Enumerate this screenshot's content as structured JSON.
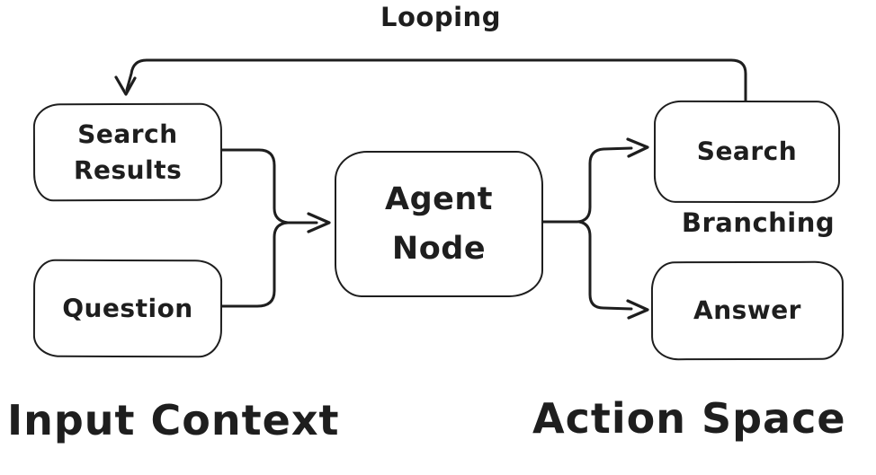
{
  "diagram": {
    "colors": {
      "ink": "#1e1e1e",
      "background": "#ffffff"
    },
    "nodes": {
      "search_results": {
        "line1": "Search",
        "line2": "Results"
      },
      "question": {
        "label": "Question"
      },
      "agent_node": {
        "line1": "Agent",
        "line2": "Node"
      },
      "search": {
        "label": "Search"
      },
      "answer": {
        "label": "Answer"
      }
    },
    "labels": {
      "looping": "Looping",
      "branching": "Branching",
      "input_context": "Input Context",
      "action_space": "Action Space"
    },
    "edges": [
      {
        "from": "search_results",
        "to": "agent_node"
      },
      {
        "from": "question",
        "to": "agent_node"
      },
      {
        "from": "agent_node",
        "to": "search",
        "annotation": "Branching"
      },
      {
        "from": "agent_node",
        "to": "answer",
        "annotation": "Branching"
      },
      {
        "from": "search",
        "to": "search_results",
        "annotation": "Looping"
      }
    ]
  }
}
